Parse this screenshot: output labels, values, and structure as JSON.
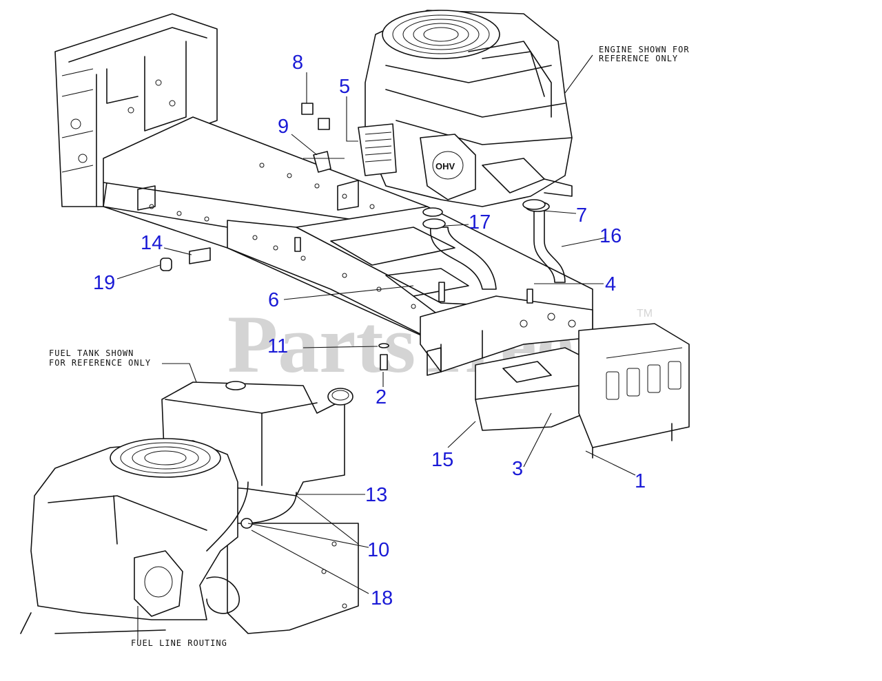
{
  "watermark": {
    "text": "PartsTree",
    "trademark": "TM"
  },
  "notes": {
    "engine_line1": "ENGINE SHOWN FOR",
    "engine_line2": "REFERENCE ONLY",
    "fuel_tank_line1": "FUEL TANK SHOWN",
    "fuel_tank_line2": "FOR REFERENCE ONLY",
    "fuel_line": "FUEL LINE ROUTING",
    "engine_brand": "OHV"
  },
  "callouts": {
    "c1": "1",
    "c2": "2",
    "c3": "3",
    "c4": "4",
    "c5": "5",
    "c6": "6",
    "c7": "7",
    "c8": "8",
    "c9": "9",
    "c10": "10",
    "c11": "11",
    "c13": "13",
    "c14": "14",
    "c15": "15",
    "c16": "16",
    "c17": "17",
    "c18": "18",
    "c19": "19"
  },
  "colors": {
    "callout": "#1a1ad6",
    "lines": "#111111",
    "watermark": "#d4d4d4"
  }
}
